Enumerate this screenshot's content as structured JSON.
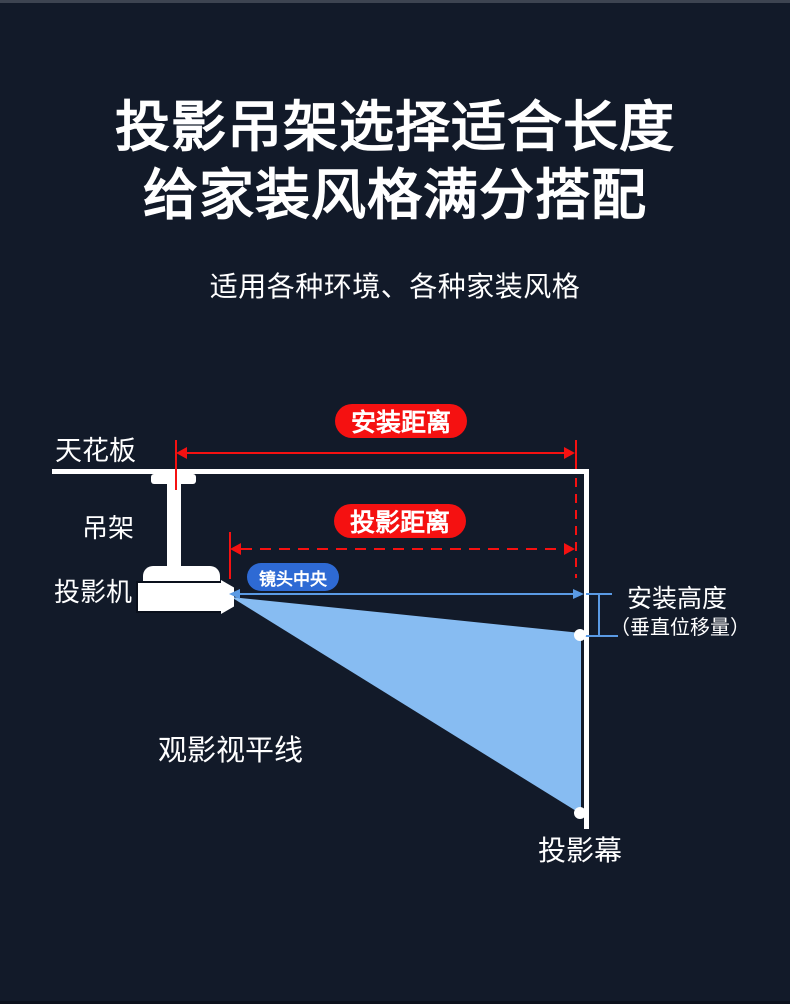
{
  "header": {
    "title_line1": "投影吊架选择适合长度",
    "title_line2": "给家装风格满分搭配",
    "subtitle": "适用各种环境、各种家装风格"
  },
  "diagram": {
    "labels": {
      "ceiling": "天花板",
      "bracket": "吊架",
      "projector": "投影机",
      "lens_center": "镜头中央",
      "install_distance": "安装距离",
      "projection_distance": "投影距离",
      "install_height": "安装高度",
      "vertical_offset": "（垂直位移量）",
      "eye_level_line": "观影视平线",
      "projection_screen": "投影幕"
    },
    "colors": {
      "background": "#121a29",
      "measure_red": "#f51111",
      "lens_badge_blue": "#2e6ad4",
      "measure_blue": "#5a9ae4",
      "beam_blue": "#87bcf2",
      "structure_white": "#ffffff"
    }
  }
}
